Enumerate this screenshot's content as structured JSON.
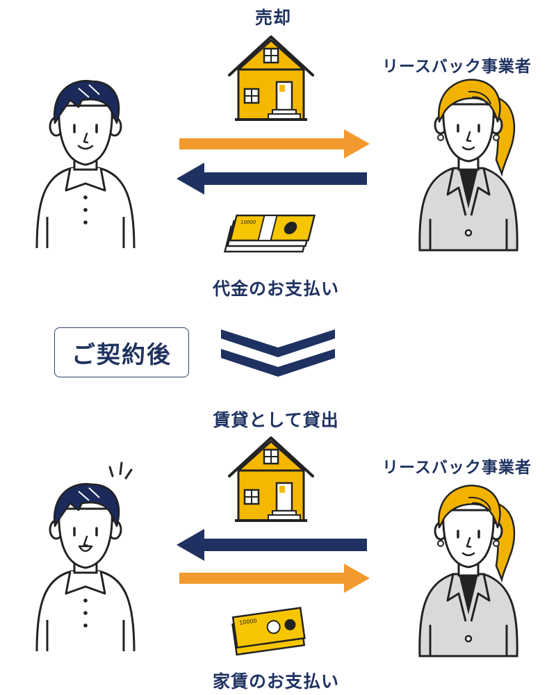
{
  "top": {
    "sale_label": "売却",
    "partner_label": "リースバック事業者",
    "payment_label": "代金のお支払い"
  },
  "divider": {
    "after_contract_label": "ご契約後"
  },
  "bottom": {
    "lease_label": "賃貸として貸出",
    "partner_label": "リースバック事業者",
    "rent_label": "家賃のお支払い"
  },
  "banknote_text": "10000",
  "colors": {
    "navy": "#1e3160",
    "orange": "#f29a2e",
    "house_yellow": "#f5b800",
    "hair_navy": "#1b2a5a",
    "hair_yellow": "#f2b300",
    "suit_gray": "#d9d9d9",
    "money_yellow": "#f7c600"
  }
}
